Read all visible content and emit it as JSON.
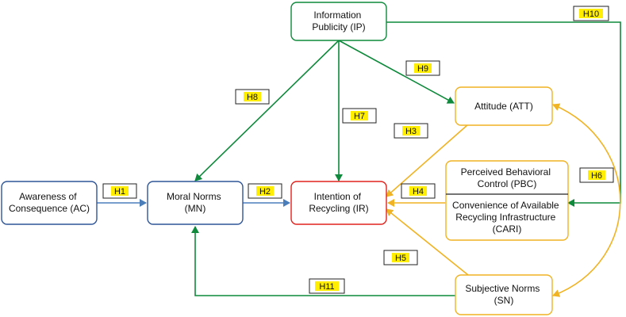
{
  "colors": {
    "blue": "#2f5597",
    "blue_arrow": "#4a7ebb",
    "green": "#0f8a3c",
    "red": "#e0211c",
    "orange": "#f0b323",
    "label_fill": "#ffee00",
    "text": "#111111"
  },
  "nodes": {
    "ip": {
      "lines": [
        "Information",
        "Publicity (IP)"
      ]
    },
    "ac": {
      "lines": [
        "Awareness of",
        "Consequence (AC)"
      ]
    },
    "mn": {
      "lines": [
        "Moral Norms",
        "(MN)"
      ]
    },
    "ir": {
      "lines": [
        "Intention of",
        "Recycling (IR)"
      ]
    },
    "att": {
      "lines": [
        "Attitude (ATT)"
      ]
    },
    "pbc": {
      "lines": [
        "Perceived Behavioral",
        "Control (PBC)"
      ]
    },
    "cari": {
      "lines": [
        "Convenience of Available",
        "Recycling Infrastructure",
        "(CARI)"
      ]
    },
    "sn": {
      "lines": [
        "Subjective Norms",
        "(SN)"
      ]
    }
  },
  "hypotheses": {
    "h1": "H1",
    "h2": "H2",
    "h3": "H3",
    "h4": "H4",
    "h5": "H5",
    "h6": "H6",
    "h7": "H7",
    "h8": "H8",
    "h9": "H9",
    "h10": "H10",
    "h11": "H11"
  }
}
